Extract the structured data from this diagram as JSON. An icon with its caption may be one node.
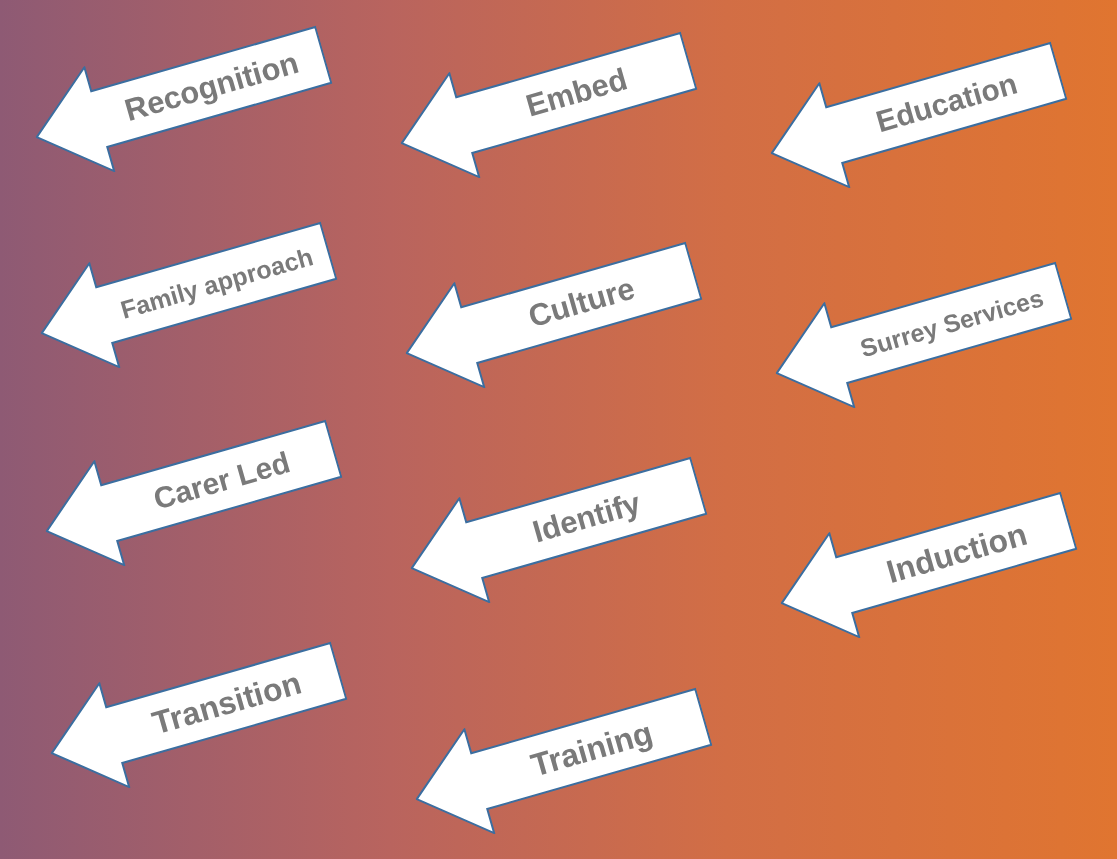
{
  "diagram": {
    "nodes": [
      {
        "text": [
          "Recognition"
        ]
      },
      {
        "text": [
          "Embed"
        ]
      },
      {
        "text": [
          "Education"
        ]
      },
      {
        "text": [
          "Family approach"
        ]
      },
      {
        "text": [
          "Culture"
        ]
      },
      {
        "text": [
          "Surrey Services"
        ]
      },
      {
        "text": [
          "Carer Led"
        ]
      },
      {
        "text": [
          "Identify"
        ]
      },
      {
        "text": [
          "Induction"
        ]
      },
      {
        "text": [
          "Transition"
        ]
      },
      {
        "text": [
          "Training"
        ]
      }
    ]
  }
}
